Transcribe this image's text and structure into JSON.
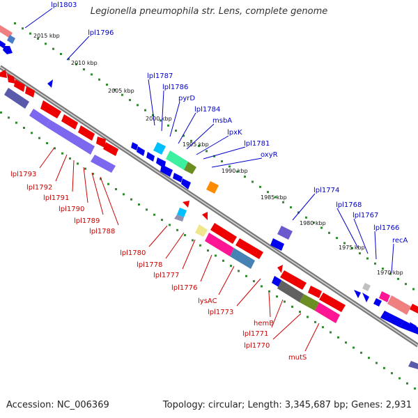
{
  "title": "Legionella pneumophila str. Lens, complete genome",
  "footer": {
    "accession": "Accession: NC_006369",
    "summary": "Topology: circular; Length: 3,345,687 bp; Genes: 2,931"
  },
  "colors": {
    "backbone": "#808080",
    "tick_dots": "#2e8b2e",
    "forward_label": "#0000cc",
    "reverse_label": "#cc0000",
    "forward_gene": "#0000ee",
    "reverse_gene": "#ee0000"
  },
  "scale_labels": [
    "2015 kbp",
    "2010 kbp",
    "2005 kbp",
    "2000 kbp",
    "1995 kbp",
    "1990 kbp",
    "1985 kbp",
    "1980 kbp",
    "1975 kbp",
    "1970 kbp"
  ],
  "forward_gene_labels": [
    "lpl1803",
    "lpl1796",
    "lpl1787",
    "lpl1786",
    "pyrD",
    "lpl1784",
    "msbA",
    "lpxK",
    "lpl1781",
    "oxyR",
    "lpl1774",
    "lpl1768",
    "lpl1767",
    "lpl1766",
    "recA"
  ],
  "reverse_gene_labels": [
    "lpl1793",
    "lpl1792",
    "lpl1791",
    "lpl1790",
    "lpl1789",
    "lpl1788",
    "lpl1780",
    "lpl1778",
    "lpl1777",
    "lpl1776",
    "lysAC",
    "lpl1773",
    "hemB",
    "lpl1771",
    "lpl1770",
    "mutS"
  ]
}
